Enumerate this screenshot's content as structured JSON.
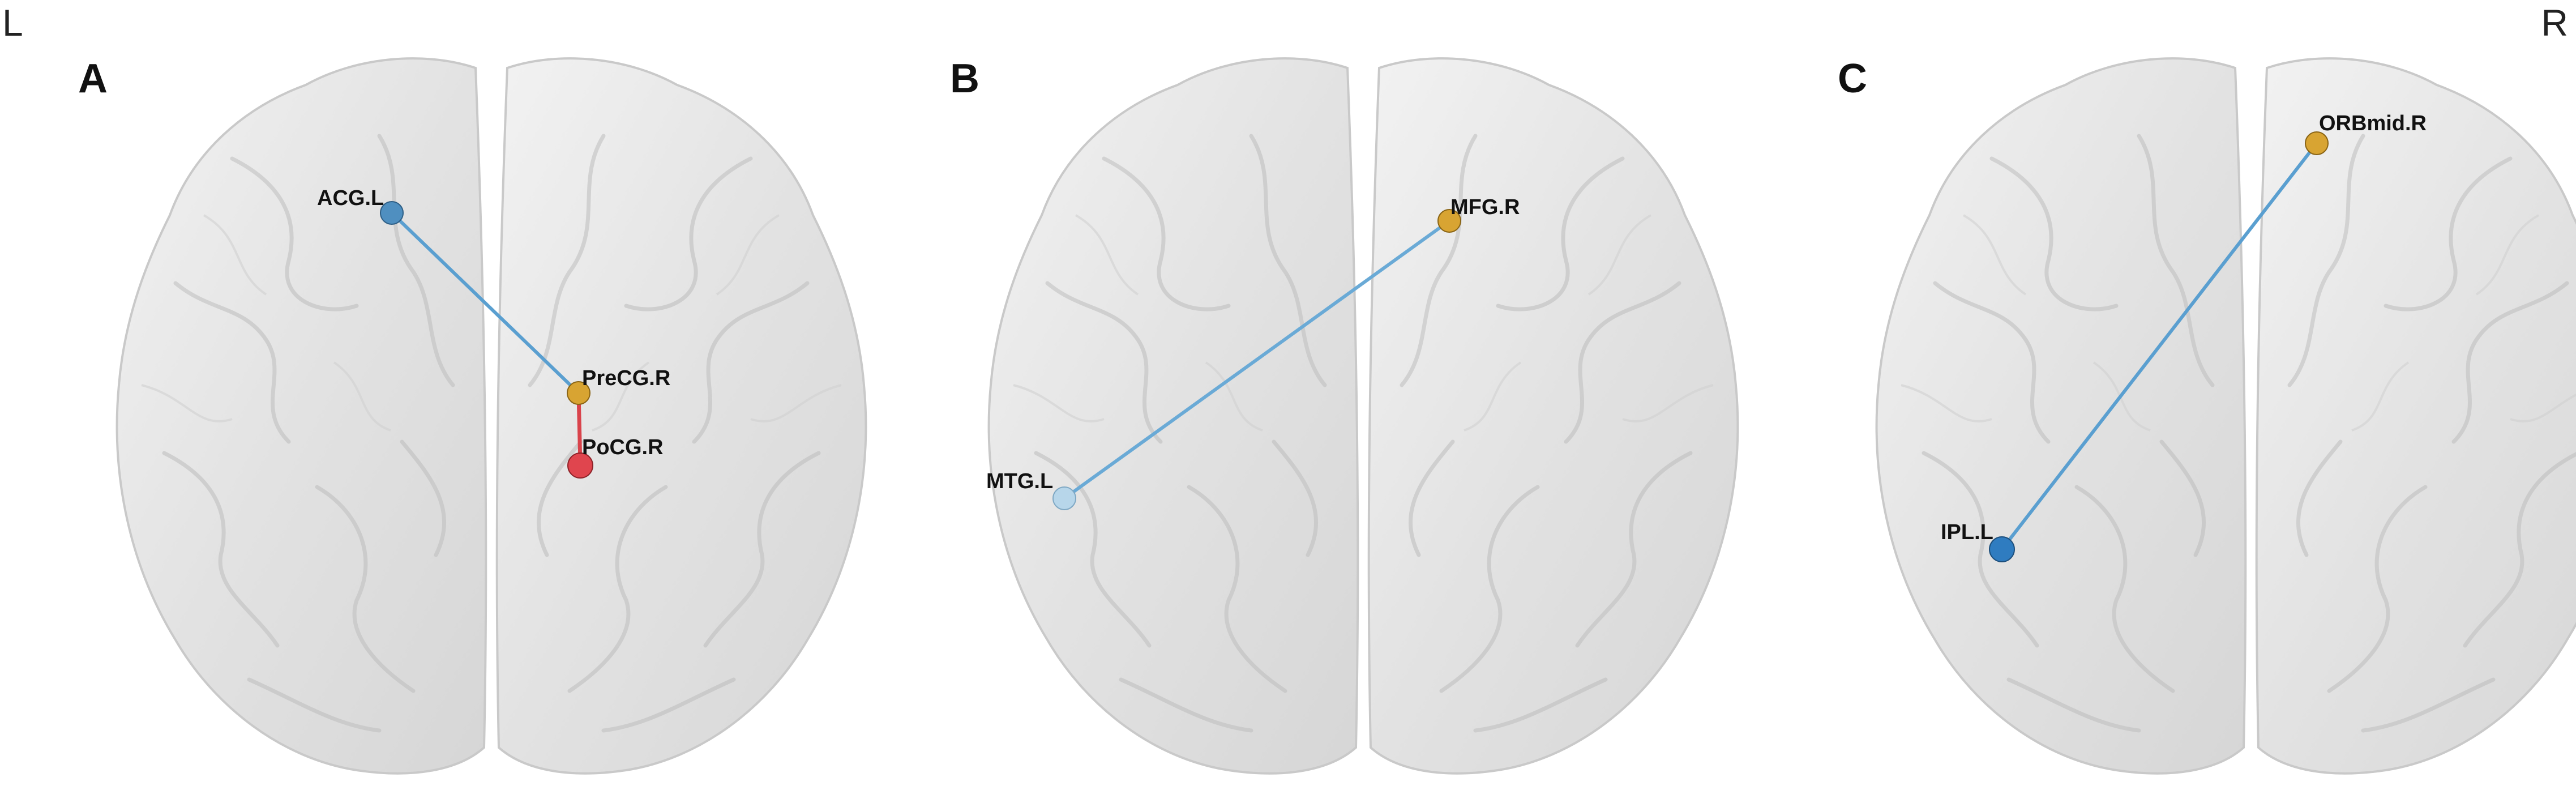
{
  "orientation": {
    "left": "L",
    "right": "R"
  },
  "panels": [
    {
      "letter": "A",
      "nodes": [
        {
          "label": "ACG.L",
          "color": "#4f8fc0"
        },
        {
          "label": "PreCG.R",
          "color": "#d8a432"
        },
        {
          "label": "PoCG.R",
          "color": "#e0454e"
        }
      ],
      "edges": [
        {
          "from": "ACG.L",
          "to": "PreCG.R",
          "color": "#5a9fd0"
        },
        {
          "from": "PreCG.R",
          "to": "PoCG.R",
          "color": "#d9434b"
        }
      ]
    },
    {
      "letter": "B",
      "nodes": [
        {
          "label": "MFG.R",
          "color": "#d8a432"
        },
        {
          "label": "MTG.L",
          "color": "#b7d6ea"
        }
      ],
      "edges": [
        {
          "from": "MTG.L",
          "to": "MFG.R",
          "color": "#6aaad6"
        }
      ]
    },
    {
      "letter": "C",
      "nodes": [
        {
          "label": "ORBmid.R",
          "color": "#d8a432"
        },
        {
          "label": "IPL.L",
          "color": "#2f7cc0"
        }
      ],
      "edges": [
        {
          "from": "IPL.L",
          "to": "ORBmid.R",
          "color": "#5a9fd0"
        }
      ]
    }
  ]
}
